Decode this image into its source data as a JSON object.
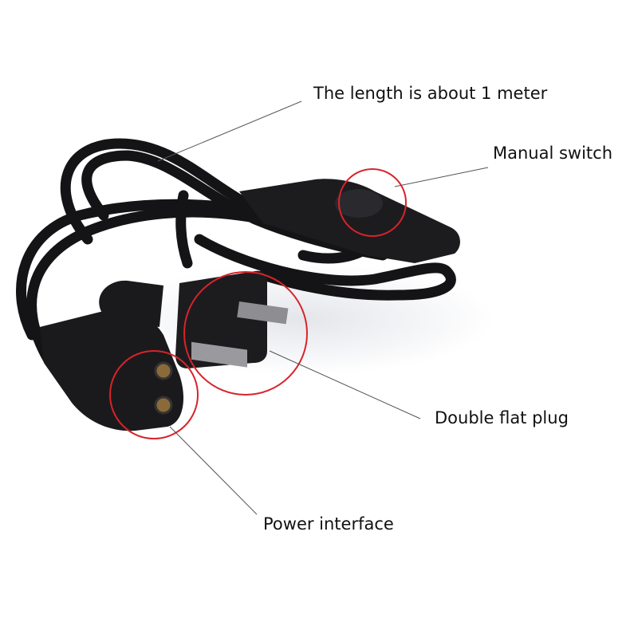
{
  "annotations": {
    "length": "The length is about 1 meter",
    "switch": "Manual switch",
    "plug": "Double flat plug",
    "power": "Power interface"
  },
  "colors": {
    "circle": "#d8232a",
    "cable": "#141416",
    "leader": "#555555"
  }
}
